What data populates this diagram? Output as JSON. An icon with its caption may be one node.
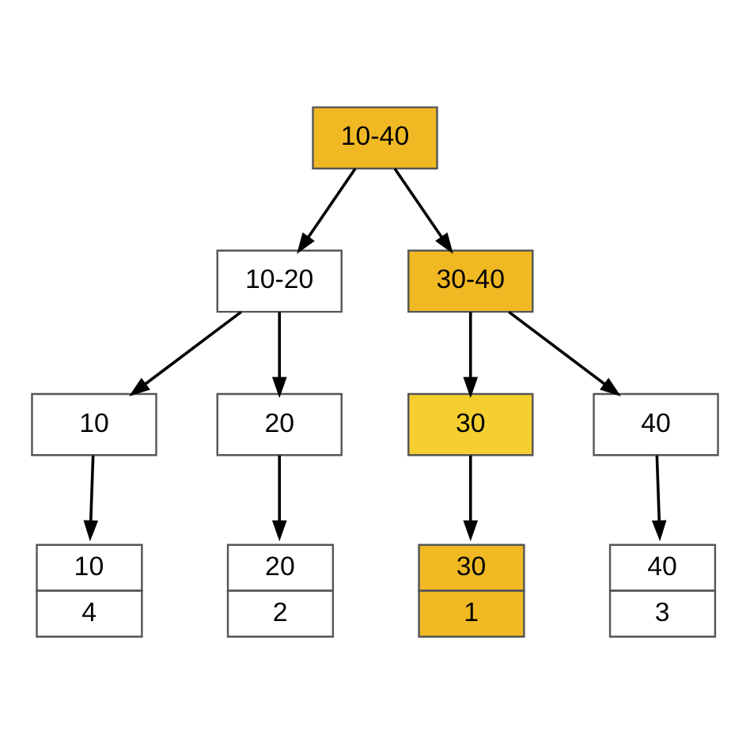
{
  "diagram": {
    "nodes": [
      {
        "text": [
          "10-40"
        ]
      },
      {
        "text": [
          "10-20"
        ]
      },
      {
        "text": [
          "30-40"
        ]
      },
      {
        "text": [
          "10"
        ]
      },
      {
        "text": [
          "20"
        ]
      },
      {
        "text": [
          "30"
        ]
      },
      {
        "text": [
          "40"
        ]
      },
      {
        "text": [
          "10",
          "4"
        ]
      },
      {
        "text": [
          "20",
          "2"
        ]
      },
      {
        "text": [
          "30",
          "1"
        ]
      },
      {
        "text": [
          "40",
          "3"
        ]
      }
    ],
    "edges": [
      {
        "from": 0,
        "to": 1,
        "arrow": "to"
      },
      {
        "from": 0,
        "to": 2,
        "arrow": "to"
      },
      {
        "from": 1,
        "to": 3,
        "arrow": "to"
      },
      {
        "from": 1,
        "to": 4,
        "arrow": "to"
      },
      {
        "from": 2,
        "to": 5,
        "arrow": "to"
      },
      {
        "from": 2,
        "to": 6,
        "arrow": "to"
      },
      {
        "from": 3,
        "to": 7,
        "arrow": "to"
      },
      {
        "from": 4,
        "to": 8,
        "arrow": "to"
      },
      {
        "from": 5,
        "to": 9,
        "arrow": "to"
      },
      {
        "from": 6,
        "to": 10,
        "arrow": "to"
      }
    ]
  }
}
